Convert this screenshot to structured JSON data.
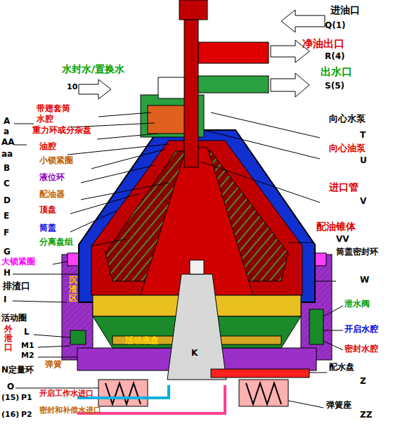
{
  "diagram": {
    "labels": [
      "进油口",
      "Q(1)",
      "净油出口",
      "R(4)",
      "出水口",
      "S(5)",
      "水封水/置换水",
      "10",
      "带翅套筒",
      "A",
      "水腔",
      "a",
      "重力环或分杂盘",
      "AA",
      "aa",
      "油腔",
      "B",
      "小锁紧圈",
      "C",
      "液位环",
      "D",
      "配油器",
      "E",
      "顶盘",
      "F",
      "筒盖",
      "分离盘组",
      "G",
      "大锁紧圈",
      "H",
      "排渣口",
      "I",
      "沉渣区",
      "活动圈",
      "L",
      "外泄口",
      "M1",
      "M2",
      "N定量环",
      "O",
      "弹簧",
      "(15)",
      "P1",
      "开启工作水进口",
      "(16)",
      "P2",
      "密封和补偿水进口",
      "活动底盘",
      "K",
      "向心水泵",
      "T",
      "向心油泵",
      "U",
      "进口管",
      "V",
      "配油锥体",
      "VV",
      "筒盖密封环",
      "W",
      "泄水阀",
      "开启水腔",
      "密封水腔",
      "配水盘",
      "Z",
      "弹簧座",
      "ZZ"
    ]
  }
}
